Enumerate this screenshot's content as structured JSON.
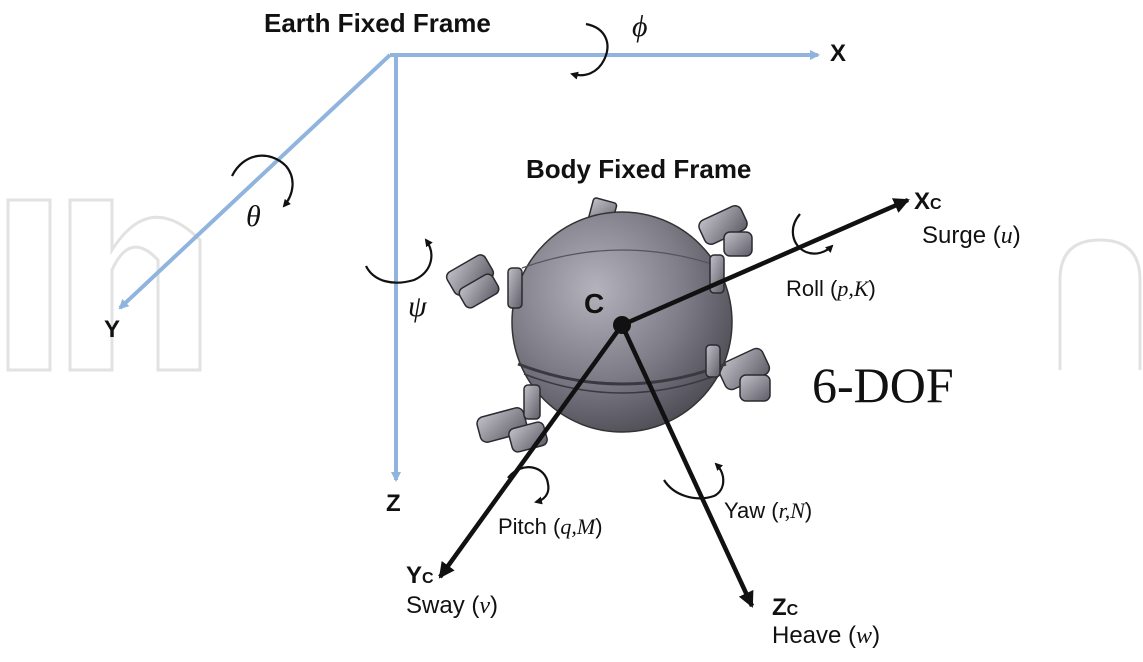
{
  "earth_frame": {
    "title": "Earth Fixed Frame",
    "axis_x": "X",
    "axis_y": "Y",
    "axis_z": "Z",
    "rot_x": "ϕ",
    "rot_y": "θ",
    "rot_z": "ψ"
  },
  "body_frame": {
    "title": "Body Fixed Frame",
    "origin": "C",
    "xc": {
      "main": "X",
      "sub": "C",
      "motion": "Surge (",
      "var": "u",
      "close": ")"
    },
    "yc": {
      "main": "Y",
      "sub": "C",
      "motion": "Sway (",
      "var": "v",
      "close": ")"
    },
    "zc": {
      "main": "Z",
      "sub": "C",
      "motion": "Heave (",
      "var": "w",
      "close": ")"
    },
    "roll": {
      "label": "Roll (",
      "vars": "p,K",
      "close": ")"
    },
    "pitch": {
      "label": "Pitch (",
      "vars": "q,M",
      "close": ")"
    },
    "yaw": {
      "label": "Yaw (",
      "vars": "r,N",
      "close": ")"
    }
  },
  "dof_label": "6-DOF",
  "watermark": "In",
  "colors": {
    "earth_axis": "#8fb4dd",
    "body_axis": "#111111",
    "sphere": "#7a7882",
    "sphere_light": "#a9a7b0",
    "watermark": "#e2e2e2"
  }
}
